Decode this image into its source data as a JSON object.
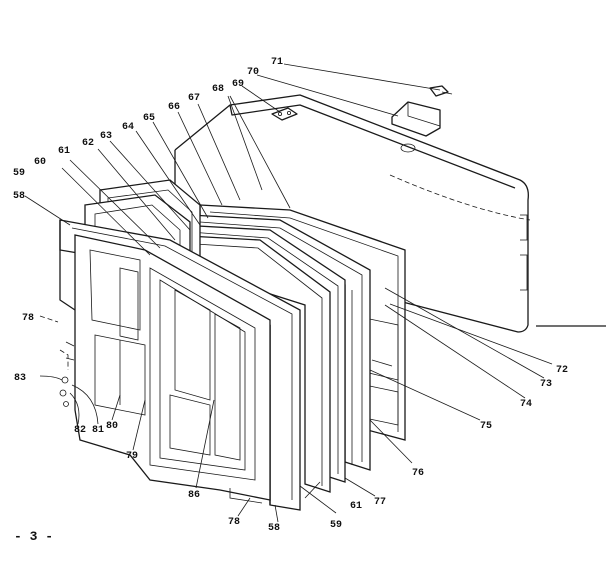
{
  "diagram": {
    "page_label": "- 3 -",
    "callouts": {
      "c71": "71",
      "c70": "70",
      "c69": "69",
      "c68": "68",
      "c67": "67",
      "c66": "66",
      "c65": "65",
      "c64": "64",
      "c63": "63",
      "c62": "62",
      "c61": "61",
      "c60": "60",
      "c59": "59",
      "c58": "58",
      "c78": "78",
      "c83": "83",
      "c82": "82",
      "c81": "81",
      "c80": "80",
      "c79": "79",
      "c86": "86",
      "c78b": "78",
      "c58b": "58",
      "c59b": "59",
      "c61b": "61",
      "c77": "77",
      "c76": "76",
      "c75": "75",
      "c74": "74",
      "c73": "73",
      "c72": "72"
    }
  }
}
